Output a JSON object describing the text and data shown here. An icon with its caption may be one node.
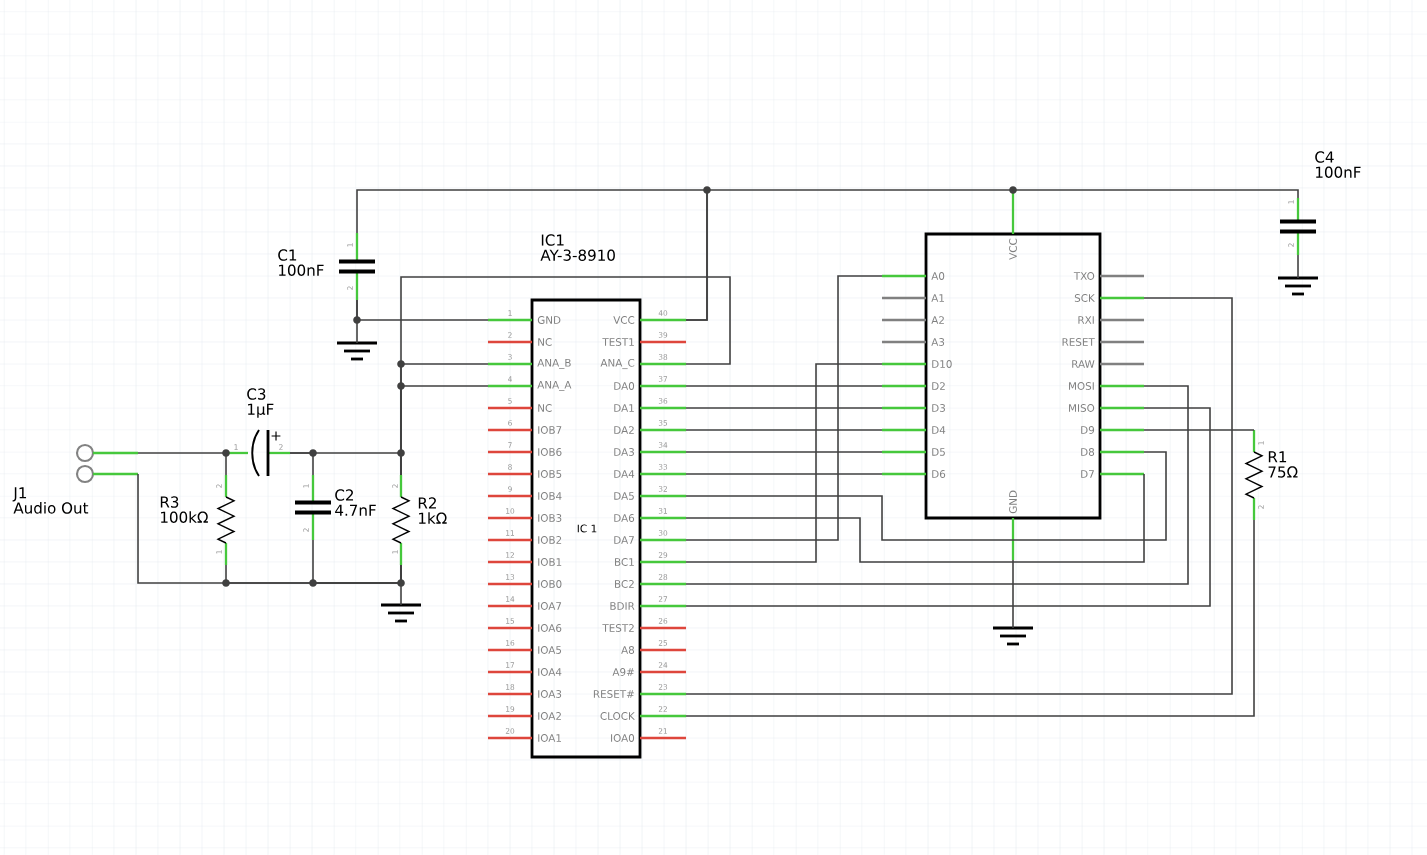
{
  "diagram": {
    "nodes": [
      {
        "text": [],
        "shape": "box"
      },
      {
        "text": [
          "C4",
          "100nF"
        ]
      },
      {
        "text": [
          "IC1",
          "AY-3-8910",
          "IC 1"
        ]
      },
      {
        "text": [
          "C1",
          "100nF"
        ]
      },
      {
        "text": [],
        "shape": "ground"
      },
      {
        "text": [],
        "shape": "ground"
      },
      {
        "text": [
          "C3",
          "1µF"
        ]
      },
      {
        "text": [
          "R1",
          "75Ω"
        ]
      },
      {
        "text": [
          "J1",
          "Audio Out"
        ]
      },
      {
        "text": [
          "R3",
          "100kΩ"
        ]
      },
      {
        "text": [
          "C2",
          "4.7nF"
        ]
      },
      {
        "text": [
          "R2",
          "1kΩ"
        ]
      },
      {
        "text": [],
        "shape": "ground"
      },
      {
        "text": [],
        "shape": "ground"
      }
    ],
    "edges": [
      {
        "from": 3,
        "to": 2,
        "arrow": "none"
      },
      {
        "from": 0,
        "to": 2,
        "arrow": "none"
      },
      {
        "from": 1,
        "to": 0,
        "arrow": "none"
      },
      {
        "from": 3,
        "to": 2,
        "arrow": "none"
      },
      {
        "from": 3,
        "to": 5,
        "arrow": "none"
      },
      {
        "from": 1,
        "to": 4,
        "arrow": "none"
      },
      {
        "from": 0,
        "to": 13,
        "arrow": "none"
      },
      {
        "from": 2,
        "to": 11,
        "arrow": "none"
      },
      {
        "from": 2,
        "to": 11,
        "arrow": "none"
      },
      {
        "from": 2,
        "to": 11,
        "arrow": "none"
      },
      {
        "from": 6,
        "to": 11,
        "arrow": "none"
      },
      {
        "from": 10,
        "to": 6,
        "arrow": "none"
      },
      {
        "from": 8,
        "to": 6,
        "arrow": "none"
      },
      {
        "from": 9,
        "to": 6,
        "arrow": "none"
      },
      {
        "from": 8,
        "to": 11,
        "arrow": "none"
      },
      {
        "from": 9,
        "to": 11,
        "arrow": "none"
      },
      {
        "from": 10,
        "to": 11,
        "arrow": "none"
      },
      {
        "from": 11,
        "to": 12,
        "arrow": "none"
      },
      {
        "from": 2,
        "to": 0,
        "arrow": "none"
      },
      {
        "from": 2,
        "to": 0,
        "arrow": "none"
      },
      {
        "from": 2,
        "to": 0,
        "arrow": "none"
      },
      {
        "from": 2,
        "to": 0,
        "arrow": "none"
      },
      {
        "from": 2,
        "to": 0,
        "arrow": "none"
      },
      {
        "from": 2,
        "to": 0,
        "arrow": "none"
      },
      {
        "from": 2,
        "to": 0,
        "arrow": "none"
      },
      {
        "from": 2,
        "to": 0,
        "arrow": "none"
      },
      {
        "from": 2,
        "to": 0,
        "arrow": "none"
      },
      {
        "from": 2,
        "to": 0,
        "arrow": "none"
      },
      {
        "from": 2,
        "to": 0,
        "arrow": "none"
      },
      {
        "from": 2,
        "to": 0,
        "arrow": "none"
      },
      {
        "from": 2,
        "to": 7,
        "arrow": "none"
      },
      {
        "from": 7,
        "to": 0,
        "arrow": "none"
      }
    ],
    "labels": [
      "1",
      "GND",
      "VCC",
      "40",
      "2",
      "NC",
      "TEST1",
      "39",
      "3",
      "ANA_B",
      "ANA_C",
      "38",
      "4",
      "ANA_A",
      "DA0",
      "37",
      "5",
      "NC",
      "DA1",
      "36",
      "6",
      "IOB7",
      "DA2",
      "35",
      "7",
      "IOB6",
      "DA3",
      "34",
      "8",
      "IOB5",
      "DA4",
      "33",
      "9",
      "IOB4",
      "DA5",
      "32",
      "10",
      "IOB3",
      "DA6",
      "31",
      "11",
      "IOB2",
      "DA7",
      "30",
      "12",
      "IOB1",
      "BC1",
      "29",
      "13",
      "IOB0",
      "BC2",
      "28",
      "14",
      "IOA7",
      "BDIR",
      "27",
      "15",
      "IOA6",
      "TEST2",
      "26",
      "16",
      "IOA5",
      "A8",
      "25",
      "17",
      "IOA4",
      "A9#",
      "24",
      "18",
      "IOA3",
      "RESET#",
      "23",
      "19",
      "IOA2",
      "CLOCK",
      "22",
      "20",
      "IOA1",
      "IOA0",
      "21",
      "VCC",
      "A0",
      "TXO",
      "A1",
      "SCK",
      "A2",
      "RXI",
      "A3",
      "RESET",
      "D10",
      "RAW",
      "D2",
      "MOSI",
      "D3",
      "MISO",
      "D4",
      "D9",
      "D5",
      "D8",
      "D6",
      "D7",
      "GND",
      "1",
      "2",
      "1",
      "2",
      "+",
      "1",
      "2",
      "2",
      "1",
      "2",
      "1",
      "2",
      "1",
      "2",
      "1"
    ]
  }
}
